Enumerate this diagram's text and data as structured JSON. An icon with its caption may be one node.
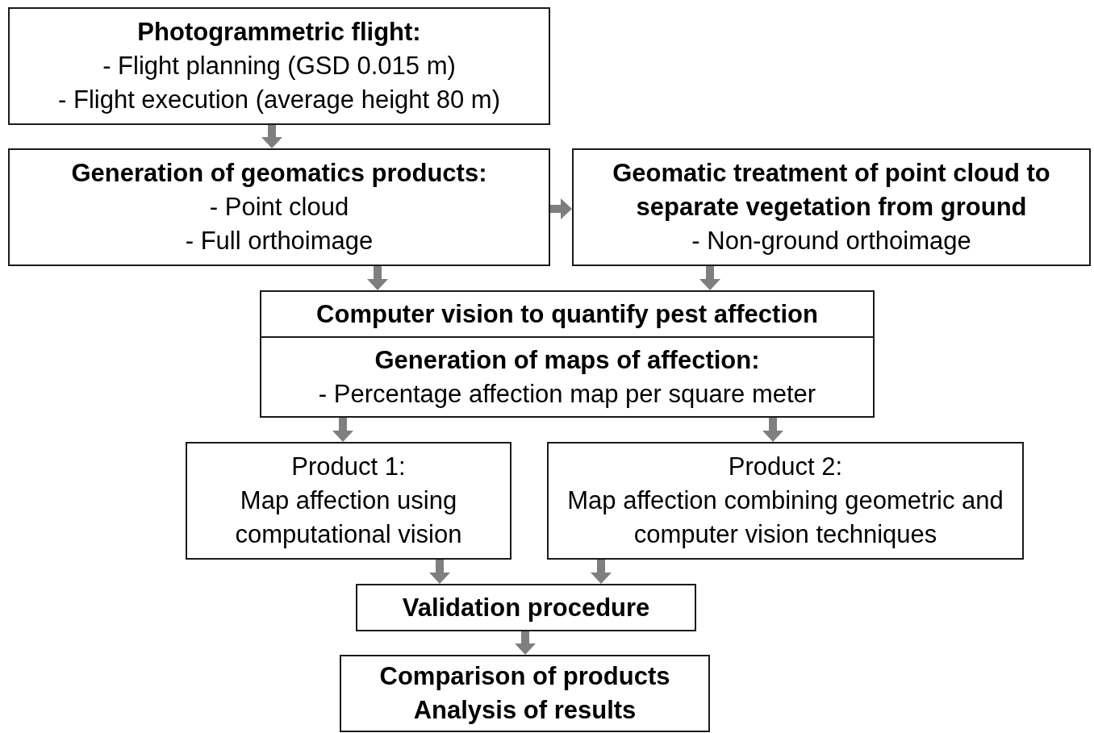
{
  "diagram": {
    "nodes": [
      {
        "text": [
          "Photogrammetric flight:",
          "- Flight planning (GSD 0.015 m)",
          "- Flight execution (average height 80 m)"
        ]
      },
      {
        "text": [
          "Generation of geomatics products:",
          "- Point cloud",
          "- Full orthoimage"
        ]
      },
      {
        "text": [
          "Geomatic treatment of point cloud to separate vegetation from ground",
          "- Non-ground orthoimage"
        ]
      },
      {
        "text": [
          "Computer vision to quantify pest affection"
        ]
      },
      {
        "text": [
          "Generation of maps of affection:",
          "- Percentage affection map per square meter"
        ]
      },
      {
        "text": [
          "Product 1:",
          "Map affection using computational vision"
        ]
      },
      {
        "text": [
          "Product 2:",
          "Map affection combining geometric and computer vision techniques"
        ]
      },
      {
        "text": [
          "Validation procedure"
        ]
      },
      {
        "text": [
          "Comparison of products",
          "Analysis of results"
        ]
      }
    ],
    "edges": [
      {
        "from": 0,
        "to": 1,
        "arrow": "to"
      },
      {
        "from": 1,
        "to": 2,
        "arrow": "to"
      },
      {
        "from": 1,
        "to": 3,
        "arrow": "to"
      },
      {
        "from": 2,
        "to": 3,
        "arrow": "to"
      },
      {
        "from": 4,
        "to": 5,
        "arrow": "to"
      },
      {
        "from": 4,
        "to": 6,
        "arrow": "to"
      },
      {
        "from": 5,
        "to": 7,
        "arrow": "to"
      },
      {
        "from": 6,
        "to": 7,
        "arrow": "to"
      },
      {
        "from": 7,
        "to": 8,
        "arrow": "to"
      }
    ]
  }
}
